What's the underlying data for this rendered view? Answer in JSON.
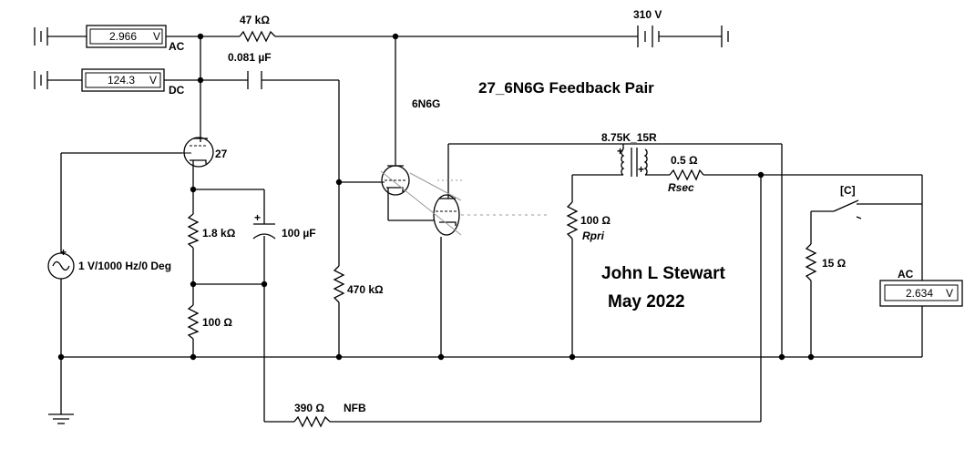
{
  "title": "27_6N6G Feedback Pair",
  "author": "John L Stewart",
  "date": "May 2022",
  "meters": {
    "ac_in": {
      "value": "2.966",
      "unit": "V",
      "type": "AC"
    },
    "dc": {
      "value": "124.3",
      "unit": "V",
      "type": "DC"
    },
    "ac_out": {
      "value": "2.634",
      "unit": "V",
      "type": "AC"
    }
  },
  "components": {
    "r_47k": "47 kΩ",
    "c_081": "0.081 µF",
    "supply": "310 V",
    "tube_27": "27",
    "tube_6n6g": "6N6G",
    "r_1k8": "1.8 kΩ",
    "c_100u": "100 µF",
    "r_100": "100 Ω",
    "source": "1 V/1000 Hz/0 Deg",
    "r_470k": "470 kΩ",
    "r_390": "390 Ω",
    "nfb": "NFB",
    "xfmr": "8.75K_15R",
    "r_05": "0.5 Ω",
    "rsec": "Rsec",
    "r_100_pri": "100 Ω",
    "rpri": "Rpri",
    "switch": "[C]",
    "r_15": "15 Ω"
  }
}
